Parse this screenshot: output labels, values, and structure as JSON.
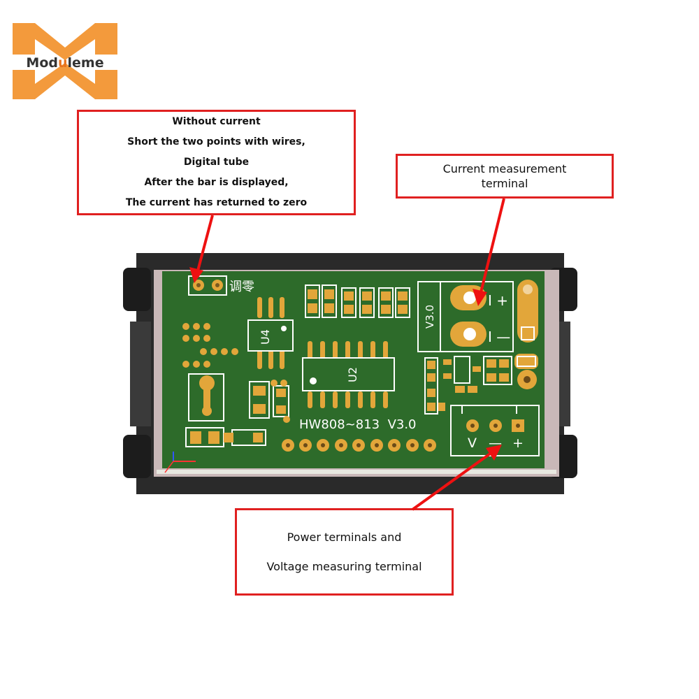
{
  "brand": {
    "name": "Moduleme",
    "name_pre": "Mod",
    "name_highlight": "u",
    "name_post": "leme",
    "logo_color": "#f39a3c",
    "highlight_color": "#e8731e"
  },
  "callouts": {
    "zeroing": {
      "lines": [
        "Without current",
        "Short the two points with wires,",
        "Digital tube",
        "After the bar is displayed,",
        "The current has returned to zero"
      ]
    },
    "current_terminal": {
      "lines": [
        "Current measurement",
        "terminal"
      ]
    },
    "power_terminal": {
      "lines": [
        "Power terminals and",
        "Voltage measuring terminal"
      ]
    }
  },
  "board": {
    "model_label": "HW808~813  V3.0",
    "version_label": "V3.0",
    "zero_label": "调零",
    "chip_u4": "U4",
    "chip_u2": "U2",
    "current_plus": "I +",
    "current_minus": "I —",
    "power_v": "V",
    "power_minus": "—",
    "power_plus": "+",
    "pcb_color": "#2d6b2a",
    "pad_color": "#e2a63a",
    "silk_color": "#ffffff",
    "frame_color": "#2a2a2a"
  },
  "colors": {
    "callout_border": "#e02020",
    "arrow": "#ee1111"
  }
}
